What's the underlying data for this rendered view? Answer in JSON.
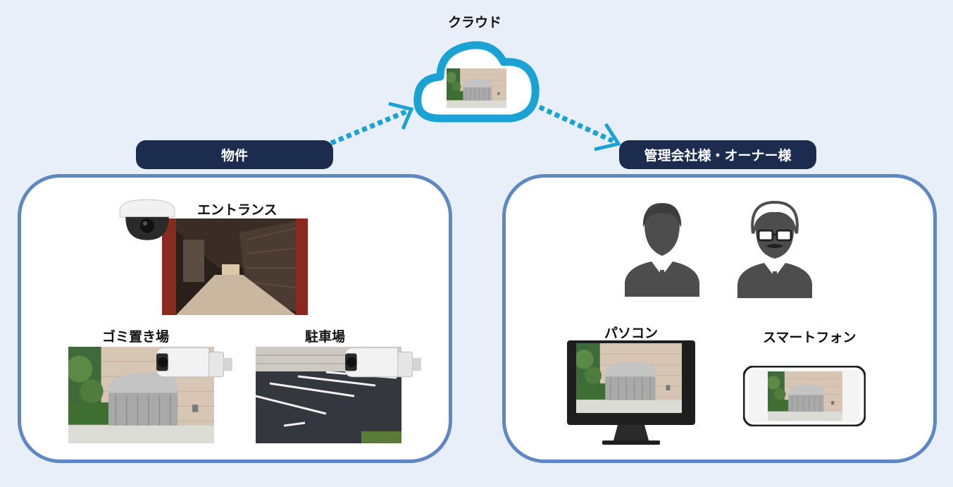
{
  "cloud": {
    "label": "クラウド"
  },
  "property": {
    "title": "物件",
    "entrance_label": "エントランス",
    "garbage_label": "ゴミ置き場",
    "parking_label": "駐車場"
  },
  "owners": {
    "title": "管理会社様・オーナー様",
    "pc_label": "パソコン",
    "phone_label": "スマートフォン"
  },
  "colors": {
    "background": "#e9eff8",
    "panel_border": "#5f87c2",
    "pill": "#1b2c4e",
    "cloud": "#1aa2d4",
    "arrow": "#1aa2d4",
    "person": "#4d4d4d"
  }
}
